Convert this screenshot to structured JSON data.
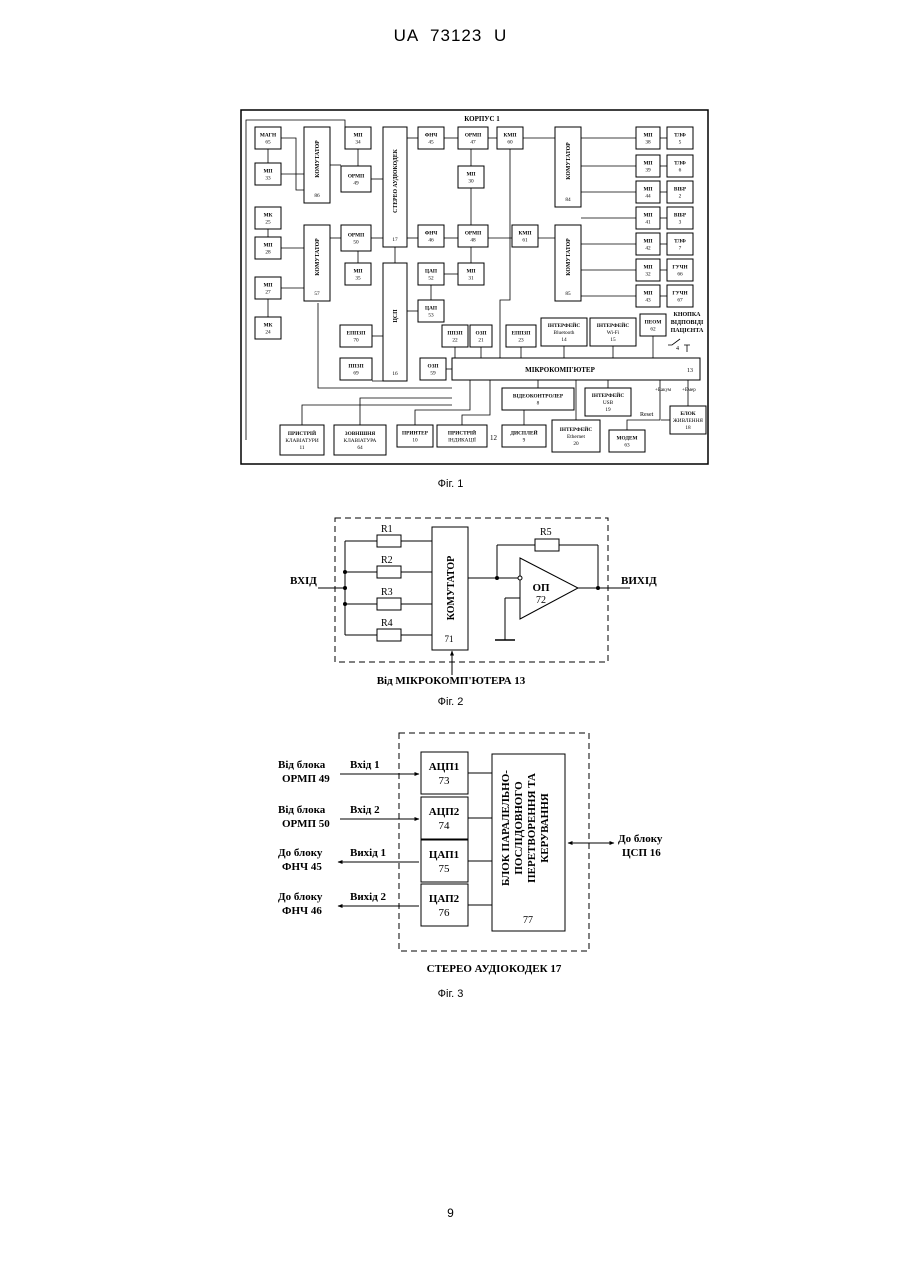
{
  "header": {
    "patent_id": "UA   73123   U"
  },
  "page_number": "9",
  "fig1": {
    "caption": "Фіг. 1",
    "top_label": "КОРПУС   1",
    "blocks": [
      {
        "id": "magn65",
        "l1": "МАГН",
        "l2": "65"
      },
      {
        "id": "mp33",
        "l1": "МП",
        "l2": "33"
      },
      {
        "id": "mk25",
        "l1": "МК",
        "l2": "25"
      },
      {
        "id": "mp28",
        "l1": "МП",
        "l2": "28"
      },
      {
        "id": "mp27",
        "l1": "МП",
        "l2": "27"
      },
      {
        "id": "mk24",
        "l1": "МК",
        "l2": "24"
      },
      {
        "id": "kom86",
        "l1": "КОМУТАТОР",
        "l2": "86"
      },
      {
        "id": "kom57",
        "l1": "КОМУТАТОР",
        "l2": "57"
      },
      {
        "id": "mp34",
        "l1": "МП",
        "l2": "34"
      },
      {
        "id": "ormp49",
        "l1": "ОРМП",
        "l2": "49"
      },
      {
        "id": "ormp50",
        "l1": "ОРМП",
        "l2": "50"
      },
      {
        "id": "mp35",
        "l1": "МП",
        "l2": "35"
      },
      {
        "id": "codec17",
        "l1": "СТЕРЕО АУДІОКОДЕК",
        "l2": "17"
      },
      {
        "id": "csp16",
        "l1": "ЦСП",
        "l2": "16"
      },
      {
        "id": "fnch45",
        "l1": "ФНЧ",
        "l2": "45"
      },
      {
        "id": "fnch46",
        "l1": "ФНЧ",
        "l2": "46"
      },
      {
        "id": "ormp47",
        "l1": "ОРМП",
        "l2": "47"
      },
      {
        "id": "mp30",
        "l1": "МП",
        "l2": "30"
      },
      {
        "id": "ormp48",
        "l1": "ОРМП",
        "l2": "48"
      },
      {
        "id": "kmp60",
        "l1": "КМП",
        "l2": "60"
      },
      {
        "id": "kmp61",
        "l1": "КМП",
        "l2": "61"
      },
      {
        "id": "cap52",
        "l1": "ЦАП",
        "l2": "52"
      },
      {
        "id": "mp31",
        "l1": "МП",
        "l2": "31"
      },
      {
        "id": "cap53",
        "l1": "ЦАП",
        "l2": "53"
      },
      {
        "id": "kom84",
        "l1": "КОМУТАТОР",
        "l2": "84"
      },
      {
        "id": "kom85",
        "l1": "КОМУТАТОР",
        "l2": "85"
      },
      {
        "id": "mp38",
        "l1": "МП",
        "l2": "38"
      },
      {
        "id": "mp39",
        "l1": "МП",
        "l2": "39"
      },
      {
        "id": "mp44",
        "l1": "МП",
        "l2": "44"
      },
      {
        "id": "mp41",
        "l1": "МП",
        "l2": "41"
      },
      {
        "id": "mp42",
        "l1": "МП",
        "l2": "42"
      },
      {
        "id": "mp32",
        "l1": "МП",
        "l2": "32"
      },
      {
        "id": "mp43",
        "l1": "МП",
        "l2": "43"
      },
      {
        "id": "tlf5",
        "l1": "ТЛФ",
        "l2": "5"
      },
      {
        "id": "tlf6",
        "l1": "ТЛФ",
        "l2": "6"
      },
      {
        "id": "vibr2",
        "l1": "ВІБР",
        "l2": "2"
      },
      {
        "id": "vibr3",
        "l1": "ВІБР",
        "l2": "3"
      },
      {
        "id": "tlf7",
        "l1": "ТЛФ",
        "l2": "7"
      },
      {
        "id": "guch66",
        "l1": "ГУЧН",
        "l2": "66"
      },
      {
        "id": "guch67",
        "l1": "ГУЧН",
        "l2": "67"
      },
      {
        "id": "eppzu70",
        "l1": "ЕППЗП",
        "l2": "70"
      },
      {
        "id": "ppzu69",
        "l1": "ППЗП",
        "l2": "69"
      },
      {
        "id": "ppzu22",
        "l1": "ППЗП",
        "l2": "22"
      },
      {
        "id": "ozp21",
        "l1": "ОЗП",
        "l2": "21"
      },
      {
        "id": "ozp59",
        "l1": "ОЗП",
        "l2": "59"
      },
      {
        "id": "eppzu23",
        "l1": "ЕППЗП",
        "l2": "23"
      },
      {
        "id": "bt14",
        "l1": "ІНТЕРФЕЙС",
        "l2": "Bluetooth",
        "l3": "14"
      },
      {
        "id": "wifi15",
        "l1": "ІНТЕРФЕЙС",
        "l2": "Wi-Fi",
        "l3": "15"
      },
      {
        "id": "peom62",
        "l1": "ПЕОМ",
        "l2": "62"
      },
      {
        "id": "video8",
        "l1": "ВІДЕОКОНТРОЛЕР",
        "l2": "8"
      },
      {
        "id": "usb19",
        "l1": "ІНТЕРФЕЙС",
        "l2": "USB",
        "l3": "19"
      },
      {
        "id": "power18",
        "l1": "БЛОК",
        "l2": "ЖИВЛЕННЯ",
        "l3": "18"
      },
      {
        "id": "kbd11",
        "l1": "ПРИСТРІЙ",
        "l2": "КЛАВІАТУРИ",
        "l3": "11"
      },
      {
        "id": "extkbd64",
        "l1": "ЗОВНІШНЯ",
        "l2": "КЛАВІАТУРА",
        "l3": "64"
      },
      {
        "id": "printer10",
        "l1": "ПРИНТЕР",
        "l2": "10"
      },
      {
        "id": "ind12",
        "l1": "ПРИСТРІЙ",
        "l2": "ІНДИКАЦІЇ"
      },
      {
        "id": "disp9",
        "l1": "ДИСПЛЕЙ",
        "l2": "9"
      },
      {
        "id": "eth20",
        "l1": "ІНТЕРФЕЙС",
        "l2": "Ethernet",
        "l3": "20"
      },
      {
        "id": "modem63",
        "l1": "МОДЕМ",
        "l2": "63"
      }
    ],
    "mcu_label": "МІКРОКОМП'ЮТЕР",
    "mcu_num": "13",
    "ind_num": "12",
    "button_label": [
      "КНОПКА",
      "ВІДПОВІДІ",
      "ПАЦІЄНТА"
    ],
    "button_num": "4",
    "reset_label": "Reset",
    "eakum_label": "+Eакум",
    "emer_label": "+Eмер"
  },
  "fig2": {
    "caption": "Фіг. 2",
    "input_label": "ВХІД",
    "output_label": "ВИХІД",
    "resistors": [
      "R1",
      "R2",
      "R3",
      "R4"
    ],
    "feedback": "R5",
    "switch_label": "КОМУТАТОР",
    "switch_num": "71",
    "opamp_label": "ОП",
    "opamp_num": "72",
    "bottom_label": "Від МІКРОКОМП'ЮТЕРА 13"
  },
  "fig3": {
    "caption": "Фіг. 3",
    "left_labels": [
      {
        "l1": "Від блока",
        "l2": "ОРМП 49",
        "sig": "Вхід 1"
      },
      {
        "l1": "Від блока",
        "l2": "ОРМП 50",
        "sig": "Вхід 2"
      },
      {
        "l1": "До блоку",
        "l2": "ФНЧ 45",
        "sig": "Вихід 1"
      },
      {
        "l1": "До блоку",
        "l2": "ФНЧ 46",
        "sig": "Вихід 2"
      }
    ],
    "converters": [
      {
        "l1": "АЦП1",
        "l2": "73"
      },
      {
        "l1": "АЦП2",
        "l2": "74"
      },
      {
        "l1": "ЦАП1",
        "l2": "75"
      },
      {
        "l1": "ЦАП2",
        "l2": "76"
      }
    ],
    "big_block": [
      "БЛОК ПАРАЛЕЛЬНО-",
      "ПОСЛІДОВНОГО",
      "ПЕРЕТВОРЕННЯ ТА",
      "КЕРУВАННЯ"
    ],
    "big_num": "77",
    "right_l1": "До блоку",
    "right_l2": "ЦСП 16",
    "bottom_label": "СТЕРЕО АУДІОКОДЕК   17"
  }
}
